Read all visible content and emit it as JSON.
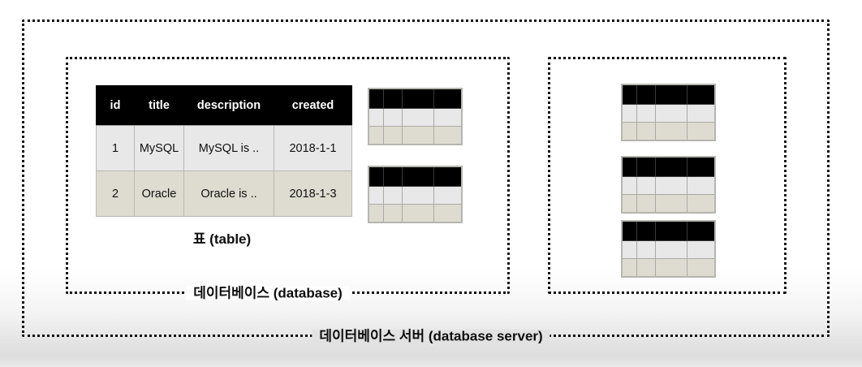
{
  "diagram": {
    "title_labels": {
      "server": "데이터베이스 서버 (database server)",
      "database": "데이터베이스 (database)",
      "table": "표 (table)"
    }
  },
  "main_table": {
    "caption": "표 (table)",
    "columns": [
      "id",
      "title",
      "description",
      "created"
    ],
    "rows": [
      [
        "1",
        "MySQL",
        "MySQL is ..",
        "2018-1-1"
      ],
      [
        "2",
        "Oracle",
        "Oracle is ..",
        "2018-1-3"
      ]
    ]
  },
  "colors": {
    "header_bg": "#000000",
    "header_fg": "#ffffff",
    "row_a_bg": "#e8e8e8",
    "row_b_bg": "#dedcd0",
    "border": "#b8b8b4",
    "dotted_border": "#111111"
  },
  "containers": {
    "server": {
      "label": "데이터베이스 서버 (database server)"
    },
    "database_left": {
      "label": "데이터베이스 (database)",
      "table_count": 3
    },
    "database_right": {
      "label": "",
      "table_count": 3
    }
  },
  "mini_tables": {
    "left_group_count": 2,
    "right_group_count": 3,
    "columns": 4,
    "rows": 3
  }
}
